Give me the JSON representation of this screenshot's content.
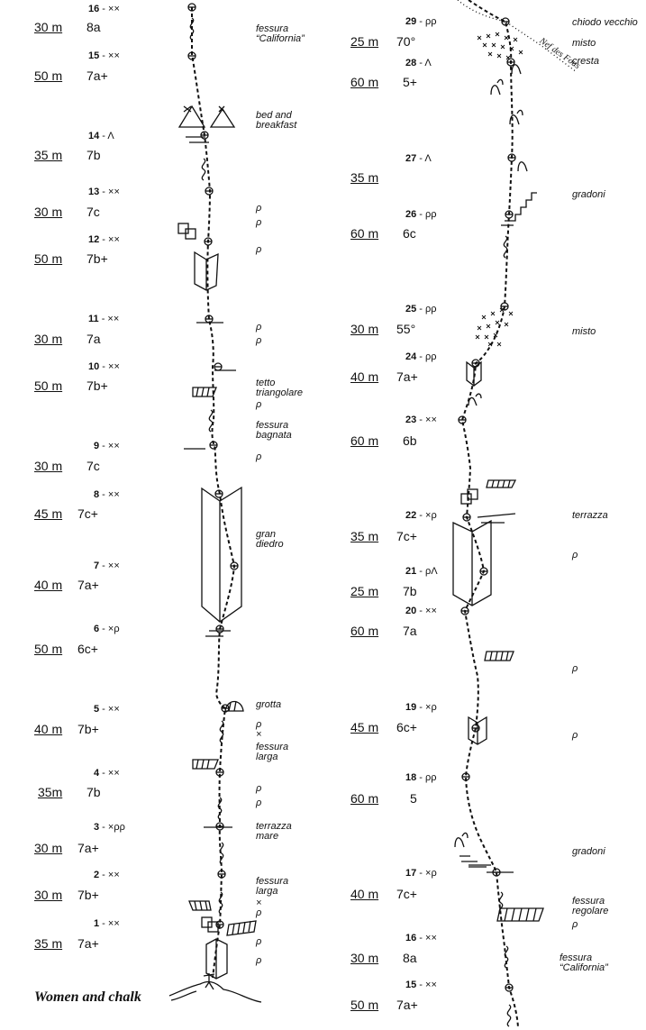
{
  "title": "Women and chalk",
  "wall_label": "Nef des Fous",
  "left_pitches": [
    {
      "num": "16",
      "sym": "××",
      "len": "30 m",
      "grade": "8a"
    },
    {
      "num": "15",
      "sym": "××",
      "len": "50 m",
      "grade": "7a+"
    },
    {
      "num": "14",
      "sym": "Λ",
      "len": "35 m",
      "grade": "7b"
    },
    {
      "num": "13",
      "sym": "××",
      "len": "30 m",
      "grade": "7c"
    },
    {
      "num": "12",
      "sym": "××",
      "len": "50 m",
      "grade": "7b+"
    },
    {
      "num": "11",
      "sym": "××",
      "len": "30 m",
      "grade": "7a"
    },
    {
      "num": "10",
      "sym": "××",
      "len": "50 m",
      "grade": "7b+"
    },
    {
      "num": "9",
      "sym": "××",
      "len": "30 m",
      "grade": "7c"
    },
    {
      "num": "8",
      "sym": "××",
      "len": "45 m",
      "grade": "7c+"
    },
    {
      "num": "7",
      "sym": "××",
      "len": "40 m",
      "grade": "7a+"
    },
    {
      "num": "6",
      "sym": "×ρ",
      "len": "50 m",
      "grade": "6c+"
    },
    {
      "num": "5",
      "sym": "××",
      "len": "40 m",
      "grade": "7b+"
    },
    {
      "num": "4",
      "sym": "××",
      "len": "35m",
      "grade": "7b"
    },
    {
      "num": "3",
      "sym": "×ρρ",
      "len": "30 m",
      "grade": "7a+"
    },
    {
      "num": "2",
      "sym": "××",
      "len": "30 m",
      "grade": "7b+"
    },
    {
      "num": "1",
      "sym": "××",
      "len": "35 m",
      "grade": "7a+"
    }
  ],
  "right_pitches": [
    {
      "num": "29",
      "sym": "ρρ",
      "len": "25 m",
      "grade": "70°"
    },
    {
      "num": "28",
      "sym": "Λ",
      "len": "60 m",
      "grade": "5+"
    },
    {
      "num": "27",
      "sym": "Λ",
      "len": "35 m",
      "grade": ""
    },
    {
      "num": "26",
      "sym": "ρρ",
      "len": "60 m",
      "grade": "6c"
    },
    {
      "num": "25",
      "sym": "ρρ",
      "len": "30 m",
      "grade": "55°"
    },
    {
      "num": "24",
      "sym": "ρρ",
      "len": "40 m",
      "grade": "7a+"
    },
    {
      "num": "23",
      "sym": "××",
      "len": "60 m",
      "grade": "6b"
    },
    {
      "num": "22",
      "sym": "×ρ",
      "len": "35 m",
      "grade": "7c+"
    },
    {
      "num": "21",
      "sym": "ρΛ",
      "len": "25 m",
      "grade": "7b"
    },
    {
      "num": "20",
      "sym": "××",
      "len": "60 m",
      "grade": "7a"
    },
    {
      "num": "19",
      "sym": "×ρ",
      "len": "45 m",
      "grade": "6c+"
    },
    {
      "num": "18",
      "sym": "ρρ",
      "len": "60 m",
      "grade": "5"
    },
    {
      "num": "17",
      "sym": "×ρ",
      "len": "40 m",
      "grade": "7c+"
    },
    {
      "num": "16",
      "sym": "××",
      "len": "30 m",
      "grade": "8a"
    },
    {
      "num": "15",
      "sym": "××",
      "len": "50 m",
      "grade": "7a+"
    }
  ],
  "left_labels": {
    "fessura_california": "fessura\n“California”",
    "bed_and_breakfast": "bed and\nbreakfast",
    "p13a": "ρ",
    "p13b": "ρ",
    "p12": "ρ",
    "p11a": "ρ",
    "p11b": "ρ",
    "tetto_triangolare": "tetto\ntriangolare",
    "p10": "ρ",
    "fessura_bagnata": "fessura\nbagnata",
    "p9": "ρ",
    "gran_diedro": "gran\ndiedro",
    "grotta": "grotta",
    "p5a": "ρ",
    "x5": "×",
    "fessura_larga_5": "fessura\nlarga",
    "p4a": "ρ",
    "p4b": "ρ",
    "terrazza_mare": "terrazza\nmare",
    "fessura_larga_2": "fessura\nlarga",
    "x2": "×",
    "p2": "ρ",
    "p1a": "ρ",
    "p1b": "ρ"
  },
  "right_labels": {
    "chiodo_vecchio": "chiodo vecchio",
    "misto_top": "misto",
    "cresta": "cresta",
    "gradoni_top": "gradoni",
    "misto_mid": "misto",
    "terrazza": "terrazza",
    "p22": "ρ",
    "p20": "ρ",
    "p19": "ρ",
    "gradoni_bottom": "gradoni",
    "fessura_regolare": "fessura\nregolare",
    "p17": "ρ",
    "fessura_california": "fessura\n“California”"
  },
  "colors": {
    "ink": "#111111",
    "paper": "#ffffff"
  }
}
